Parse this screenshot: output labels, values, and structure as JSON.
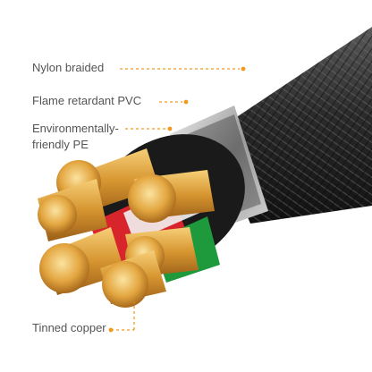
{
  "labels": {
    "nylon": "Nylon braided",
    "pvc": "Flame retardant PVC",
    "pe_line1": "Environmentally-",
    "pe_line2": "friendly PE",
    "copper": "Tinned copper"
  },
  "colors": {
    "leader": "#f39a1e",
    "braid": "#2a2a2a",
    "pvc": "#b9b9b9",
    "copper": "#e0a43c",
    "wire_red": "#d8252b",
    "wire_green": "#1e9a3c",
    "wire_black": "#181818",
    "wire_white": "#f2f2f2"
  }
}
